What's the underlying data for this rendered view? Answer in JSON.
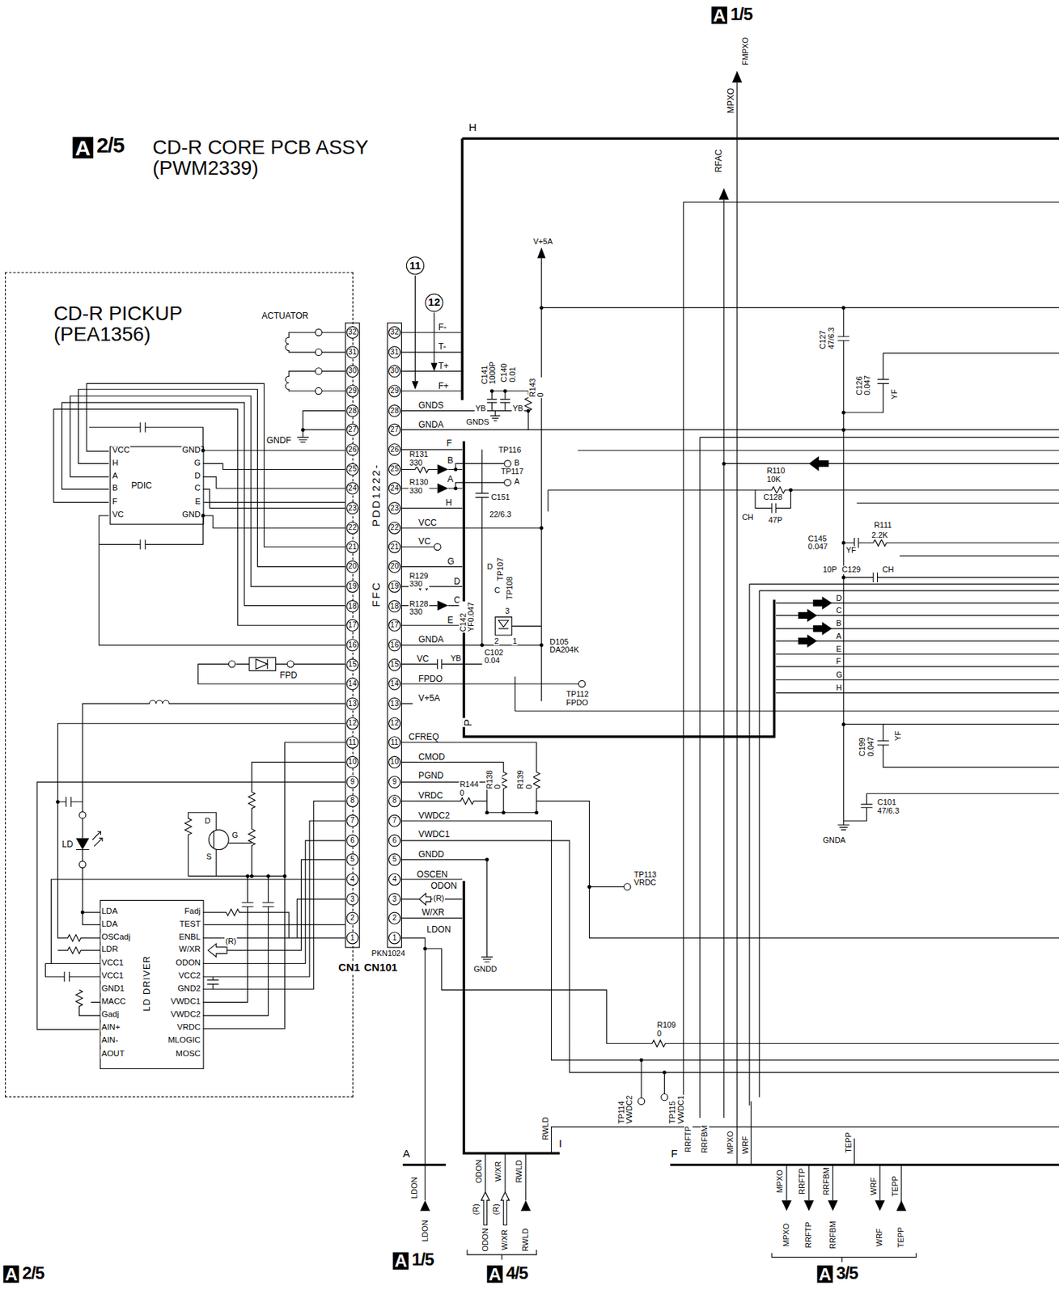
{
  "diagram": {
    "title": "CD-R CORE PCB ASSY (PWM2339)",
    "nodes": [
      {
        "text": [
          "CD-R PICKUP (PEA1356)"
        ]
      },
      {
        "text": [
          "PDIC"
        ],
        "in": 0
      },
      {
        "text": [
          "LD DRIVER"
        ],
        "in": 0
      },
      {
        "text": [
          "CN1"
        ]
      },
      {
        "text": [
          "CN101"
        ]
      }
    ],
    "edges": [
      {
        "from": 1,
        "to": 3,
        "arrow": "none"
      },
      {
        "from": 2,
        "to": 3,
        "arrow": "none"
      }
    ],
    "labels": [
      "A",
      "1/5",
      "FMPXO",
      "MPXO",
      "H",
      "RFAC",
      "A",
      "2/5",
      "ACTUATOR",
      "GNDF",
      "VCC",
      "H",
      "A",
      "B",
      "F",
      "VC",
      "GND",
      "G",
      "D",
      "C",
      "E",
      "GND",
      "FPD",
      "LD",
      "LDA",
      "LDA",
      "OSCadj",
      "LDR",
      "VCC1",
      "VCC1",
      "GND1",
      "MACC",
      "Gadj",
      "AIN+",
      "AIN-",
      "AOUT",
      "Fadj",
      "TEST",
      "ENBL",
      "W/XR",
      "ODON",
      "VCC2",
      "GND2",
      "VWDC1",
      "VWDC2",
      "VRDC",
      "MLOGIC",
      "MOSC",
      "(R)",
      "D",
      "S",
      "G",
      "32",
      "31",
      "30",
      "29",
      "28",
      "27",
      "26",
      "25",
      "24",
      "23",
      "22",
      "21",
      "20",
      "19",
      "18",
      "17",
      "16",
      "15",
      "14",
      "13",
      "12",
      "11",
      "10",
      "9",
      "8",
      "7",
      "6",
      "5",
      "4",
      "3",
      "2",
      "1",
      "32",
      "31",
      "30",
      "29",
      "28",
      "27",
      "26",
      "25",
      "24",
      "23",
      "22",
      "21",
      "20",
      "19",
      "18",
      "17",
      "16",
      "15",
      "14",
      "13",
      "12",
      "11",
      "10",
      "9",
      "8",
      "7",
      "6",
      "5",
      "4",
      "3",
      "2",
      "1",
      "PKN1024",
      "FFC",
      "PDD1222-",
      "11",
      "12",
      "F-",
      "T-",
      "T+",
      "F+",
      "GNDS",
      "GNDA",
      "F",
      "R131 330",
      "B",
      "R130 330",
      "A",
      "H",
      "VCC",
      "VC",
      "G",
      "R129 330",
      "D",
      "R128 330",
      "C",
      "E",
      "GNDA",
      "VC",
      "FPDO",
      "V+5A",
      "CFREQ",
      "CMOD",
      "PGND",
      "VRDC",
      "VWDC2",
      "VWDC1",
      "GNDD",
      "OSCEN",
      "ODON",
      "(R)",
      "W/XR",
      "LDON",
      "C141 1000P",
      "C140 0.01",
      "R143 0",
      "YB",
      "YB",
      "GNDS",
      "TP116",
      "B",
      "TP117",
      "A",
      "C151",
      "22/6.3",
      "V+5A",
      "TP107",
      "TP108",
      "D",
      "C",
      "C142 YF0.047",
      "C102 0.04",
      "YB",
      "D105 DA204K",
      "2",
      "3",
      "1",
      "TP112 FPDO",
      "P",
      "R144 0",
      "R138 0",
      "R139 0",
      "TP113 VRDC",
      "GNDD",
      "R109 0",
      "TP114 VWDC2",
      "TP115 VWDC1",
      "RWLD",
      "I",
      "A",
      "LDON",
      "LDON",
      "A",
      "1/5",
      "ODON",
      "W/XR",
      "RWLD",
      "(R)",
      "(R)",
      "ODON",
      "W/XR",
      "RWLD",
      "A",
      "4/5",
      "F",
      "RRFTP",
      "RRFBM",
      "MPXO",
      "WRF",
      "TEPP",
      "MPXO",
      "RRFTP",
      "RRFBM",
      "WRF",
      "TEPP",
      "MPXO",
      "RRFTP",
      "RRFBM",
      "WRF",
      "TEPP",
      "A",
      "3/5",
      "A",
      "2/5",
      "C127 47/6.3",
      "C126 0.047",
      "YF",
      "R110 10K",
      "C128",
      "CH",
      "47P",
      "C145 0.047",
      "YF",
      "R111",
      "2.2K",
      "10P",
      "C129",
      "CH",
      "D",
      "C",
      "B",
      "A",
      "E",
      "F",
      "G",
      "H",
      "C199 0.047",
      "YF",
      "C101 47/6.3",
      "GNDA"
    ]
  }
}
